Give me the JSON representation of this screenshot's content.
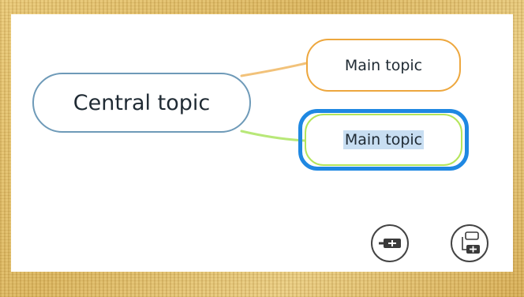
{
  "mindmap": {
    "central_topic": {
      "label": "Central topic",
      "border_color": "#6e9ab8"
    },
    "main_topics": [
      {
        "label": "Main topic",
        "border_color": "#eda73e",
        "selected": false
      },
      {
        "label": "Main topic",
        "border_color": "#b4e55a",
        "selected": true,
        "selection_color": "#1f88e2"
      }
    ]
  },
  "toolbar": {
    "buttons": [
      {
        "icon": "add-sibling-topic-icon"
      },
      {
        "icon": "add-subtopic-icon"
      }
    ]
  }
}
